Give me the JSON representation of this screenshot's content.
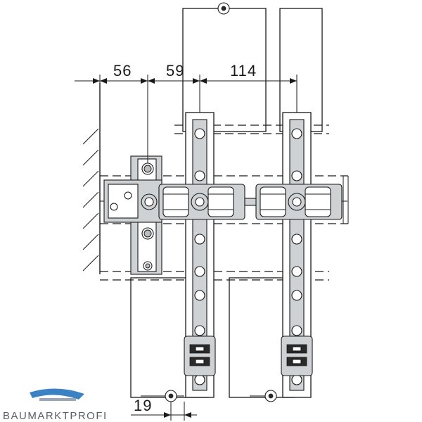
{
  "dimensions": {
    "d1": "56",
    "d2": "59",
    "d3": "114",
    "d4": "19"
  },
  "brand": {
    "logo_text": "BAUMARKTPROFI",
    "logo_color": "#3b82c4",
    "text_color": "#5a5f66"
  },
  "colors": {
    "line": "#1a1a1a",
    "part_grey": "#cfd2d4",
    "background": "#ffffff"
  }
}
